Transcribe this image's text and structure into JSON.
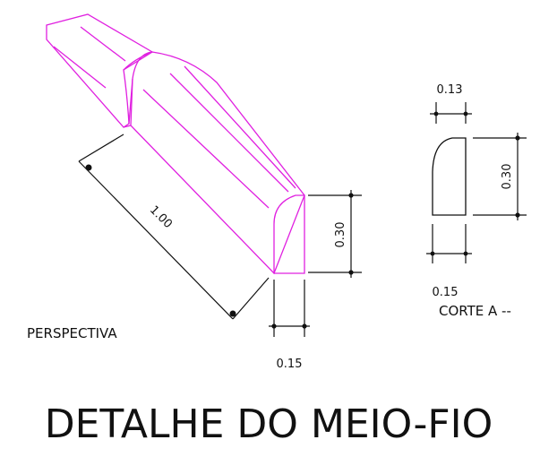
{
  "perspective": {
    "length_label": "1.00",
    "height_label": "0.30",
    "width_label": "0.15",
    "caption": "PERSPECTIVA"
  },
  "section": {
    "top_width_label": "0.13",
    "height_label": "0.30",
    "bottom_width_label": "0.15",
    "caption": "CORTE A --"
  },
  "title": "DETALHE DO MEIO-FIO",
  "colors": {
    "outline": "#e020e0",
    "ink": "#111111",
    "background": "#ffffff"
  }
}
